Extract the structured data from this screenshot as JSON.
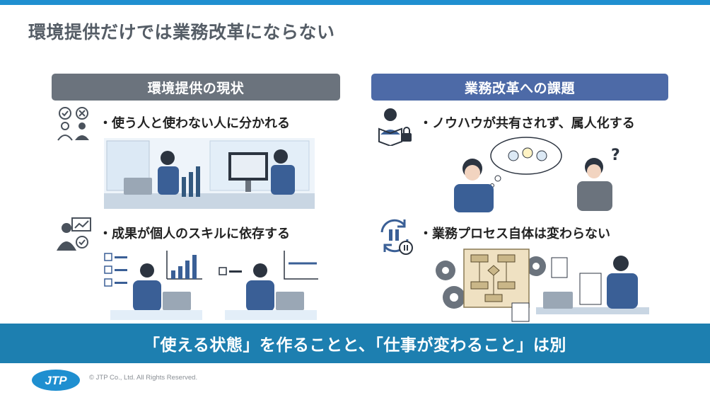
{
  "slide": {
    "title": "環境提供だけでは業務改革にならない"
  },
  "left_column": {
    "header": "環境提供の現状",
    "points": [
      "・使う人と使わない人に分かれる",
      "・成果が個人のスキルに依存する"
    ]
  },
  "right_column": {
    "header": "業務改革への課題",
    "points": [
      "・ノウハウが共有されず、属人化する",
      "・業務プロセス自体は変わらない"
    ]
  },
  "banner": {
    "text": "「使える状態」を作ることと、「仕事が変わること」は別"
  },
  "footer": {
    "logo_text": "JTP",
    "copyright": "© JTP Co., Ltd. All Rights Reserved."
  },
  "icons": [
    "check-cross-users-icon",
    "reader-lock-icon",
    "businessman-chart-icon",
    "refresh-pause-icon"
  ],
  "colors": {
    "accent_blue": "#1f8fd0",
    "banner_blue": "#1d7fb0",
    "left_header": "#6b737d",
    "right_header": "#4d6aa7",
    "title_gray": "#555d66"
  }
}
